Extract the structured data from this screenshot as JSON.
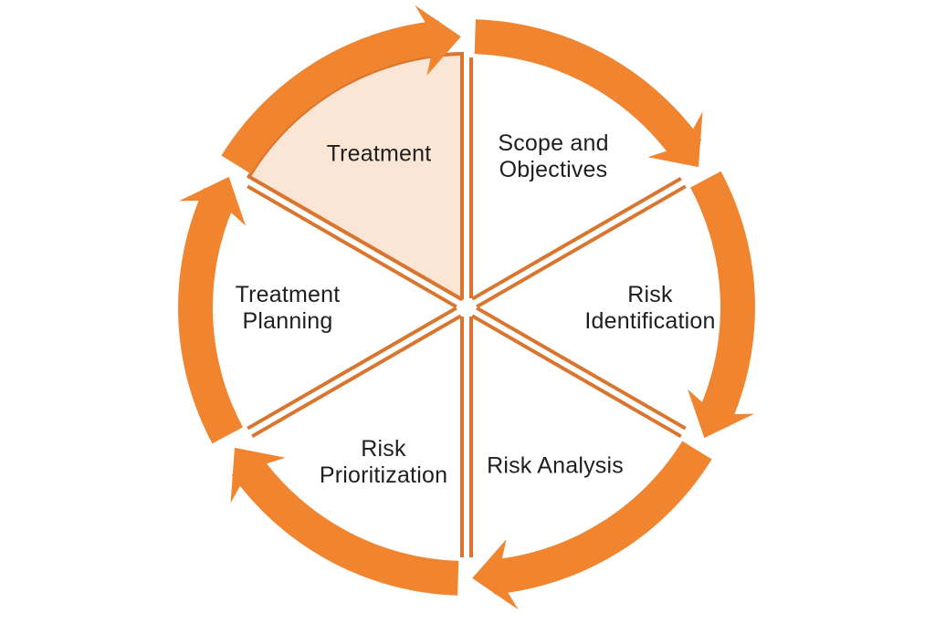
{
  "diagram": {
    "type": "cycle",
    "direction": "clockwise-from-top",
    "colors": {
      "arrow_orange": "#F0842F",
      "line_orange": "#D9752E",
      "highlight_fill": "#FBE5D5",
      "label_text": "#1F1F1F",
      "background": "#FFFFFF"
    },
    "sectors": [
      {
        "label": "Scope and\nObjectives",
        "highlighted": false
      },
      {
        "label": "Risk\nIdentification",
        "highlighted": false
      },
      {
        "label": "Risk Analysis",
        "highlighted": false
      },
      {
        "label": "Risk\nPrioritization",
        "highlighted": false
      },
      {
        "label": "Treatment\nPlanning",
        "highlighted": false
      },
      {
        "label": "Treatment",
        "highlighted": true
      }
    ]
  }
}
